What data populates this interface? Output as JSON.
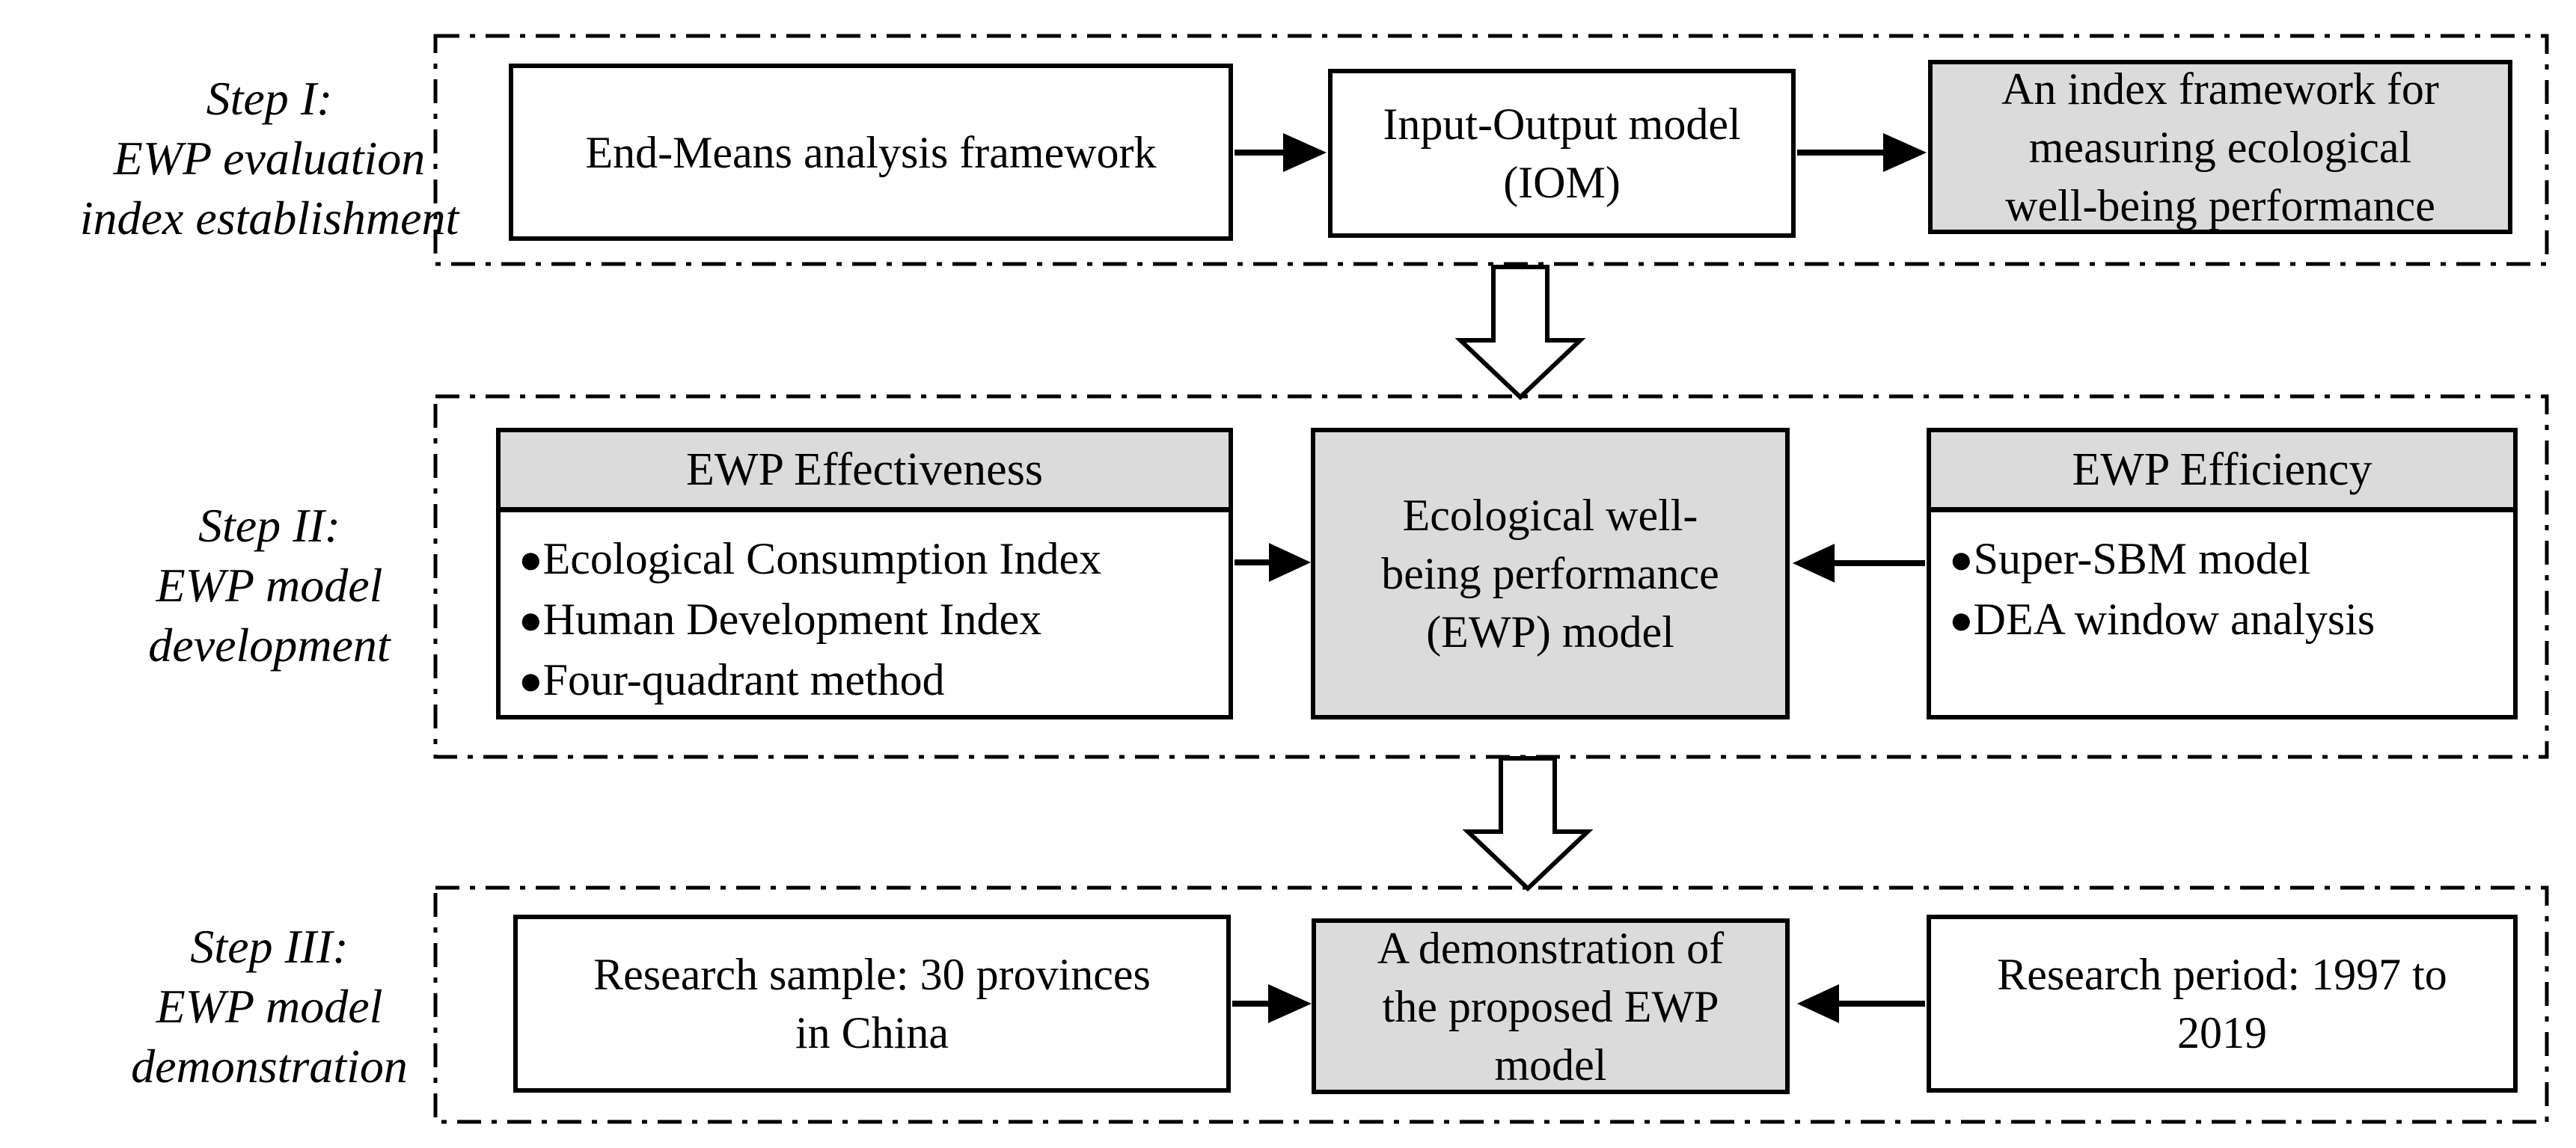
{
  "palette": {
    "background": "#ffffff",
    "box_fill_gray": "#dbdbdb",
    "box_fill_white": "#ffffff",
    "line_color": "#000000",
    "text_color": "#000000"
  },
  "bullet_glyph": "●",
  "step1": {
    "label_lines": [
      "Step I:",
      "EWP evaluation",
      "index establishment"
    ],
    "end_means_box": {
      "lines": [
        "End-Means analysis framework"
      ]
    },
    "iom_box": {
      "lines": [
        "Input-Output model",
        "(IOM)"
      ]
    },
    "index_framework_box": {
      "lines": [
        "An index framework for",
        "measuring ecological",
        "well-being performance"
      ]
    }
  },
  "step2": {
    "label_lines": [
      "Step II:",
      "EWP model",
      "development"
    ],
    "effectiveness_panel": {
      "header": "EWP Effectiveness",
      "items": [
        "Ecological Consumption Index",
        "Human Development Index",
        "Four-quadrant method"
      ]
    },
    "ewp_model_box": {
      "lines": [
        "Ecological well-",
        "being performance",
        "(EWP) model"
      ]
    },
    "efficiency_panel": {
      "header": "EWP Efficiency",
      "items": [
        "Super-SBM model",
        "DEA window analysis"
      ]
    }
  },
  "step3": {
    "label_lines": [
      "Step III:",
      "EWP model",
      "demonstration"
    ],
    "research_sample_box": {
      "lines": [
        "Research sample: 30 provinces",
        "in China"
      ]
    },
    "demonstration_box": {
      "lines": [
        "A demonstration of",
        "the proposed EWP",
        "model"
      ]
    },
    "research_period_box": {
      "lines": [
        "Research period: 1997 to",
        "2019"
      ]
    }
  }
}
